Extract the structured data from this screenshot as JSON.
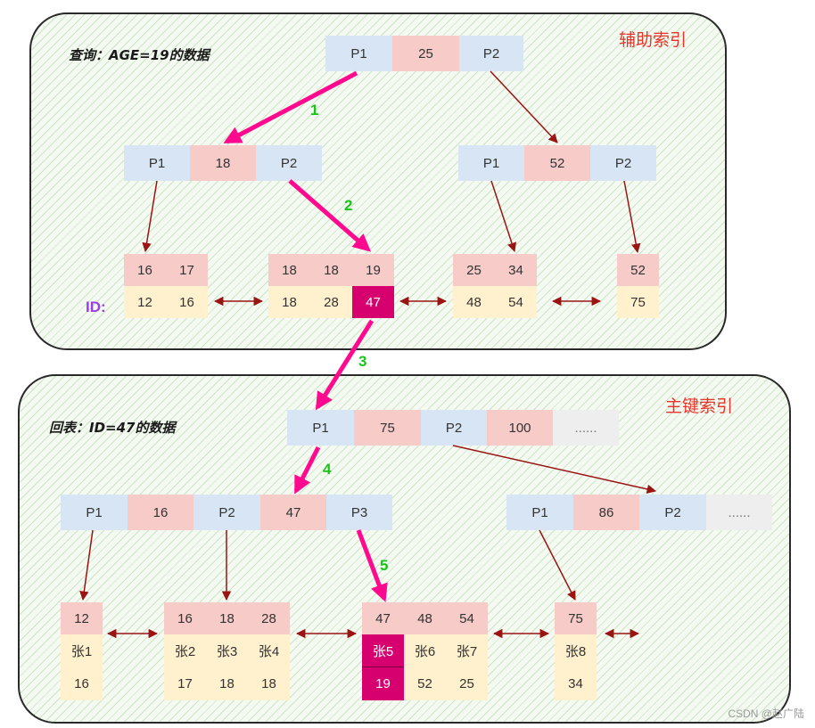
{
  "secondary": {
    "title": "查询：AGE=19的数据",
    "label": "辅助索引",
    "id_label": "ID:",
    "root": [
      "P1",
      "25",
      "P2"
    ],
    "left": [
      "P1",
      "18",
      "P2"
    ],
    "right": [
      "P1",
      "52",
      "P2"
    ],
    "leaves": [
      {
        "keys": [
          "16",
          "17"
        ],
        "ids": [
          "12",
          "16"
        ]
      },
      {
        "keys": [
          "18",
          "18",
          "19"
        ],
        "ids": [
          "18",
          "28",
          "47"
        ]
      },
      {
        "keys": [
          "25",
          "34"
        ],
        "ids": [
          "48",
          "54"
        ]
      },
      {
        "keys": [
          "52"
        ],
        "ids": [
          "75"
        ]
      }
    ]
  },
  "primary": {
    "title": "回表：ID=47的数据",
    "label": "主键索引",
    "root": [
      "P1",
      "75",
      "P2",
      "100",
      "......"
    ],
    "left": [
      "P1",
      "16",
      "P2",
      "47",
      "P3"
    ],
    "right": [
      "P1",
      "86",
      "P2",
      "......"
    ],
    "leaves": [
      {
        "keys": [
          "12"
        ],
        "names": [
          "张1"
        ],
        "ages": [
          "16"
        ]
      },
      {
        "keys": [
          "16",
          "18",
          "28"
        ],
        "names": [
          "张2",
          "张3",
          "张4"
        ],
        "ages": [
          "17",
          "18",
          "18"
        ]
      },
      {
        "keys": [
          "47",
          "48",
          "54"
        ],
        "names": [
          "张5",
          "张6",
          "张7"
        ],
        "ages": [
          "19",
          "52",
          "25"
        ]
      },
      {
        "keys": [
          "75"
        ],
        "names": [
          "张8"
        ],
        "ages": [
          "34"
        ]
      }
    ]
  },
  "steps": [
    "1",
    "2",
    "3",
    "4",
    "5"
  ],
  "watermark": "CSDN @赵广陆",
  "colors": {
    "pointer": "#d9ecf7",
    "key": "#f6cbc8",
    "leaf_value": "#fff1cd",
    "highlight": "#d6006f",
    "path_arrow": "#ff0a8f",
    "link_arrow": "#9a1414",
    "step_number": "#19c419",
    "panel_label": "#e8332a"
  }
}
